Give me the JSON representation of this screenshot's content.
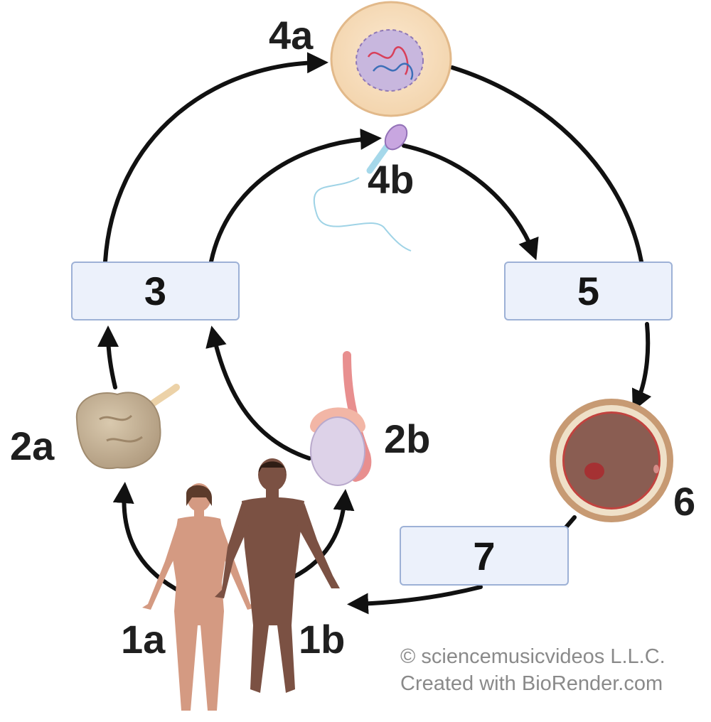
{
  "labels": {
    "s1a": "1a",
    "s1b": "1b",
    "s2a": "2a",
    "s2b": "2b",
    "s3": "3",
    "s4a": "4a",
    "s4b": "4b",
    "s5": "5",
    "s6": "6",
    "s7": "7"
  },
  "credits": {
    "line1": "© sciencemusicvideos L.L.C.",
    "line2": "Created with BioRender.com"
  },
  "colors": {
    "box_fill": "#ecf1fb",
    "box_border": "#9db1d6",
    "arrow": "#111111"
  },
  "icons": [
    "human-female-icon",
    "human-male-icon",
    "ovary-icon",
    "testis-icon",
    "egg-cell-icon",
    "sperm-cell-icon",
    "zygote-icon"
  ]
}
